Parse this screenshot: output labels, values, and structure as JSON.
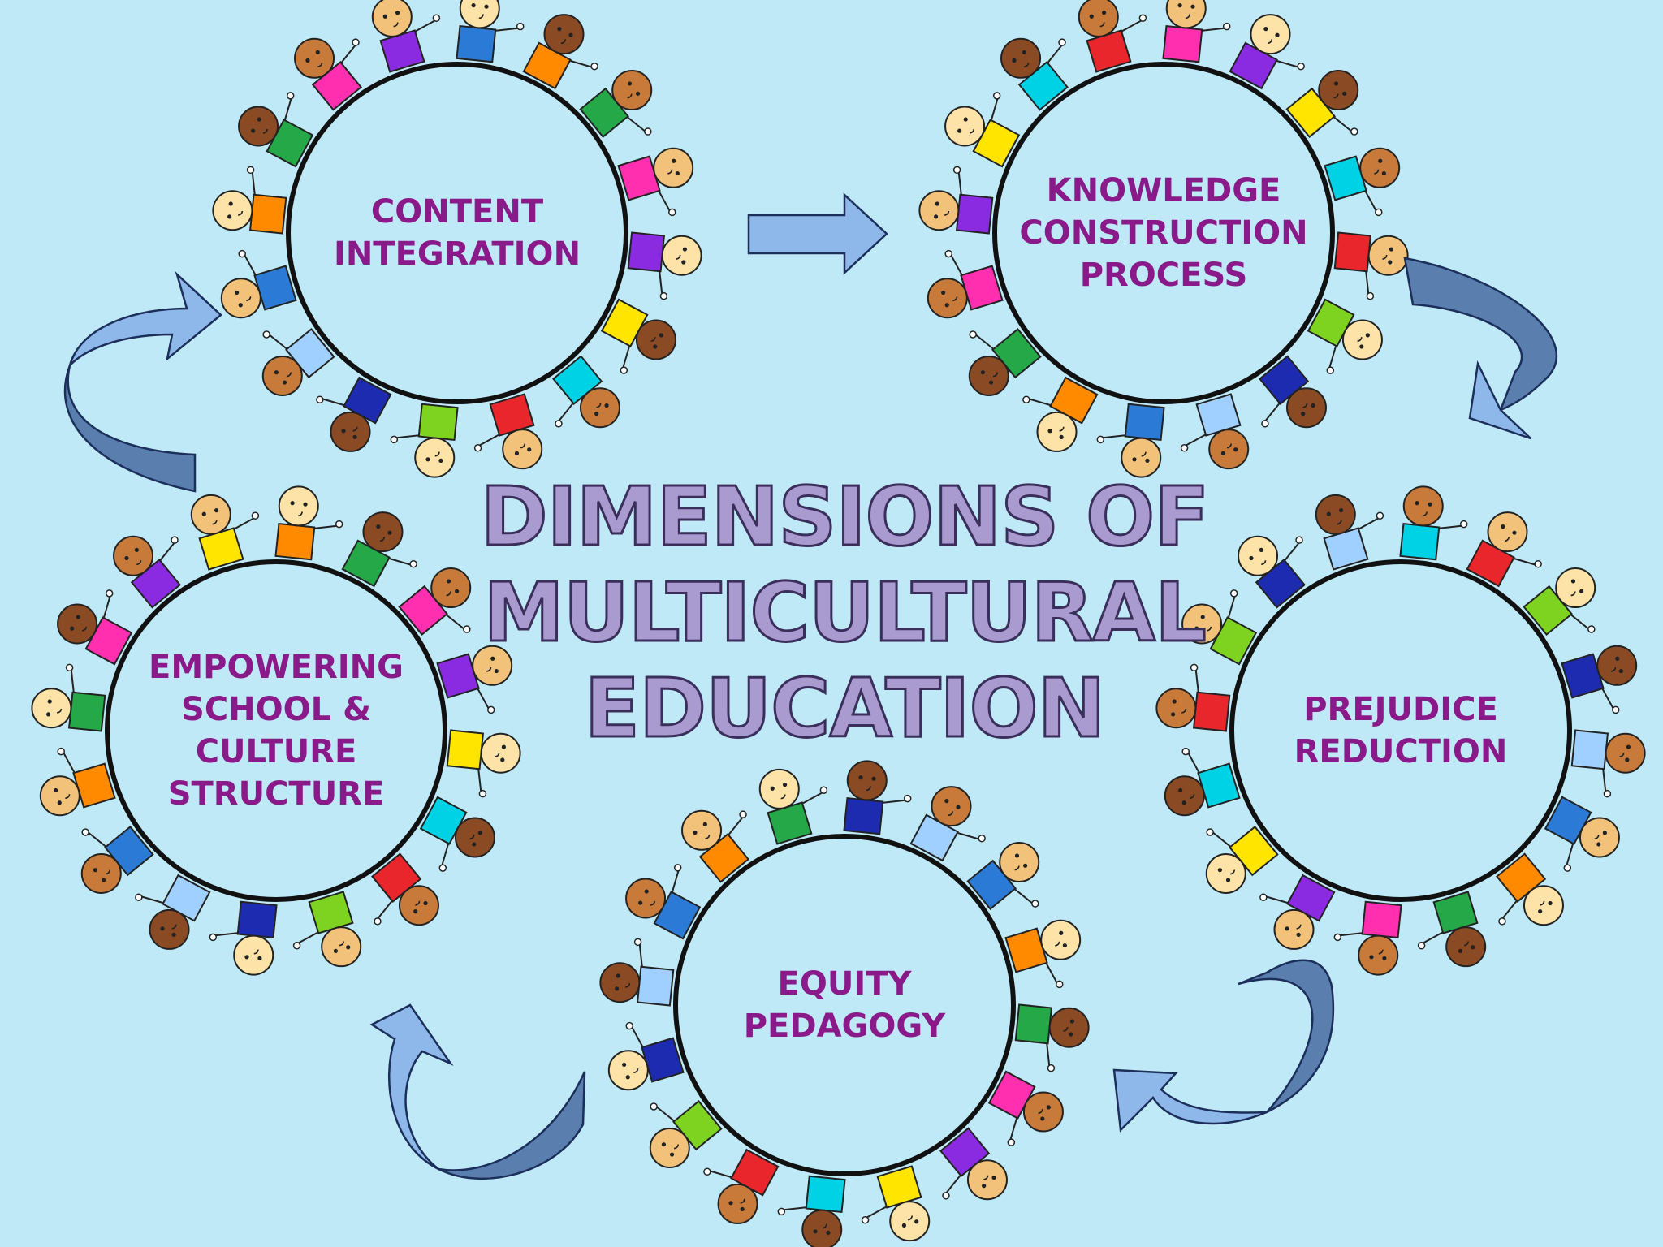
{
  "title": {
    "lines": [
      "DIMENSIONS OF",
      "MULTICULTURAL",
      "EDUCATION"
    ],
    "fill_color": "#a99bd0",
    "outline_color": "#3a2e5a"
  },
  "nodes": [
    {
      "id": "content-integration",
      "lines": [
        "CONTENT",
        "INTEGRATION"
      ]
    },
    {
      "id": "knowledge-construction-process",
      "lines": [
        "KNOWLEDGE",
        "CONSTRUCTION",
        "PROCESS"
      ]
    },
    {
      "id": "prejudice-reduction",
      "lines": [
        "PREJUDICE",
        "REDUCTION"
      ]
    },
    {
      "id": "equity-pedagogy",
      "lines": [
        "EQUITY",
        "PEDAGOGY"
      ]
    },
    {
      "id": "empowering-school-culture-structure",
      "lines": [
        "EMPOWERING",
        "SCHOOL &",
        "CULTURE",
        "STRUCTURE"
      ]
    }
  ],
  "edges": [
    {
      "from": "content-integration",
      "to": "knowledge-construction-process"
    },
    {
      "from": "knowledge-construction-process",
      "to": "prejudice-reduction"
    },
    {
      "from": "prejudice-reduction",
      "to": "equity-pedagogy"
    },
    {
      "from": "equity-pedagogy",
      "to": "empowering-school-culture-structure"
    },
    {
      "from": "empowering-school-culture-structure",
      "to": "content-integration"
    }
  ],
  "colors": {
    "background": "#bfe9f7",
    "circle_fill": "#bfe9f7",
    "circle_stroke": "#111111",
    "label_text": "#8a1a8a",
    "arrow_light": "#8fb8ea",
    "arrow_dark": "#5a7fae",
    "shirt_palette": [
      "#2b7bd6",
      "#ff8a00",
      "#25a848",
      "#ff2fb0",
      "#8a2be2",
      "#ffe500",
      "#00d2e6",
      "#e8262b",
      "#7ed321",
      "#1c2bb0",
      "#9fd0ff"
    ],
    "face_palette": [
      "#fde3a7",
      "#f2c27a",
      "#c77a3a",
      "#8a4a24"
    ]
  },
  "icons": [
    "child-figure-icon",
    "arrow-icon"
  ]
}
